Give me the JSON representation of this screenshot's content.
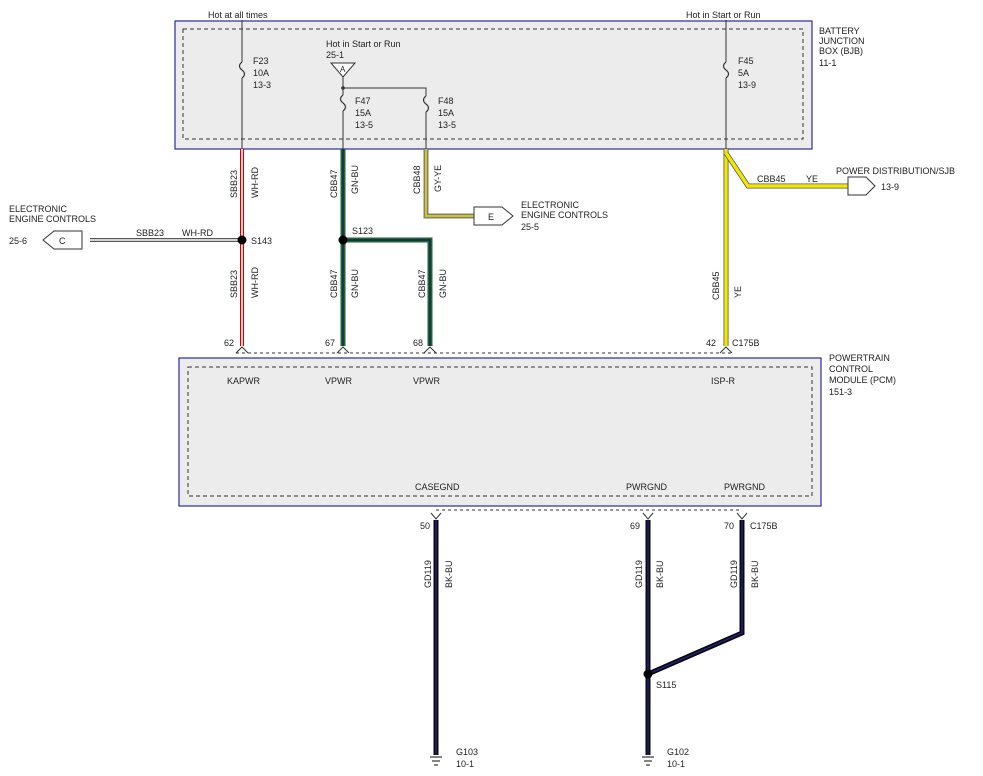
{
  "bjb": {
    "name_lines": [
      "BATTERY",
      "JUNCTION",
      "BOX (BJB)"
    ],
    "ref": "11-1",
    "hot_always": "Hot at all times",
    "hot_start_run": "Hot in Start or Run",
    "inner_hot": "Hot in Start or Run",
    "inner_ref": "25-1",
    "inner_conn": "A",
    "fuses": {
      "f23": {
        "name": "F23",
        "rating": "10A",
        "ref": "13-3"
      },
      "f47": {
        "name": "F47",
        "rating": "15A",
        "ref": "13-5"
      },
      "f48": {
        "name": "F48",
        "rating": "15A",
        "ref": "13-5"
      },
      "f45": {
        "name": "F45",
        "rating": "5A",
        "ref": "13-9"
      }
    }
  },
  "pcm": {
    "name_lines": [
      "POWERTRAIN",
      "CONTROL",
      "MODULE (PCM)"
    ],
    "ref": "151-3",
    "pins_top": {
      "p62": {
        "num": "62",
        "name": "KAPWR"
      },
      "p67": {
        "num": "67",
        "name": "VPWR"
      },
      "p68": {
        "num": "68",
        "name": "VPWR"
      },
      "p42": {
        "num": "42",
        "name": "ISP-R"
      }
    },
    "conn_top": "C175B",
    "pins_bottom": {
      "p50": {
        "num": "50",
        "name": "CASEGND"
      },
      "p69": {
        "num": "69",
        "name": "PWRGND"
      },
      "p70": {
        "num": "70",
        "name": "PWRGND"
      }
    },
    "conn_bottom": "C175B"
  },
  "wires": {
    "sbb23_upper": {
      "circuit": "SBB23",
      "color": "WH-RD"
    },
    "sbb23_lower": {
      "circuit": "SBB23",
      "color": "WH-RD"
    },
    "sbb23_left": {
      "circuit": "SBB23",
      "color": "WH-RD"
    },
    "cbb47_upper": {
      "circuit": "CBB47",
      "color": "GN-BU"
    },
    "cbb47_lower": {
      "circuit": "CBB47",
      "color": "GN-BU"
    },
    "cbb47_branch": {
      "circuit": "CBB47",
      "color": "GN-BU"
    },
    "cbb48": {
      "circuit": "CBB48",
      "color": "GY-YE"
    },
    "cbb45_upper": {
      "circuit": "CBB45",
      "color": "YE"
    },
    "cbb45_lower": {
      "circuit": "CBB45",
      "color": "YE"
    },
    "gd119_a": {
      "circuit": "GD119",
      "color": "BK-BU"
    },
    "gd119_b": {
      "circuit": "GD119",
      "color": "BK-BU"
    },
    "gd119_c": {
      "circuit": "GD119",
      "color": "BK-BU"
    }
  },
  "splices": {
    "s143": "S143",
    "s123": "S123",
    "s115": "S115"
  },
  "grounds": {
    "g103": {
      "name": "G103",
      "ref": "10-1"
    },
    "g102": {
      "name": "G102",
      "ref": "10-1"
    }
  },
  "external": {
    "eec_left": {
      "lines": [
        "ELECTRONIC",
        "ENGINE CONTROLS"
      ],
      "ref": "25-6",
      "conn": "C"
    },
    "eec_right": {
      "lines": [
        "ELECTRONIC",
        "ENGINE CONTROLS"
      ],
      "ref": "25-5",
      "conn": "E"
    },
    "power_dist": {
      "label": "POWER DISTRIBUTION/SJB",
      "ref": "13-9"
    }
  },
  "colors": {
    "wh_rd_red": "#cc0000",
    "gn_bu_green": "#1e6b1e",
    "gn_bu_blue": "#1a1a7a",
    "gy_ye_gray": "#808080",
    "gy_ye_yellow": "#e0d000",
    "ye": "#f0e800",
    "bk_bu_black": "#0a0a0a",
    "bk_bu_blue": "#22228a",
    "module_border": "#2b2b9e",
    "module_fill": "#ececec"
  }
}
